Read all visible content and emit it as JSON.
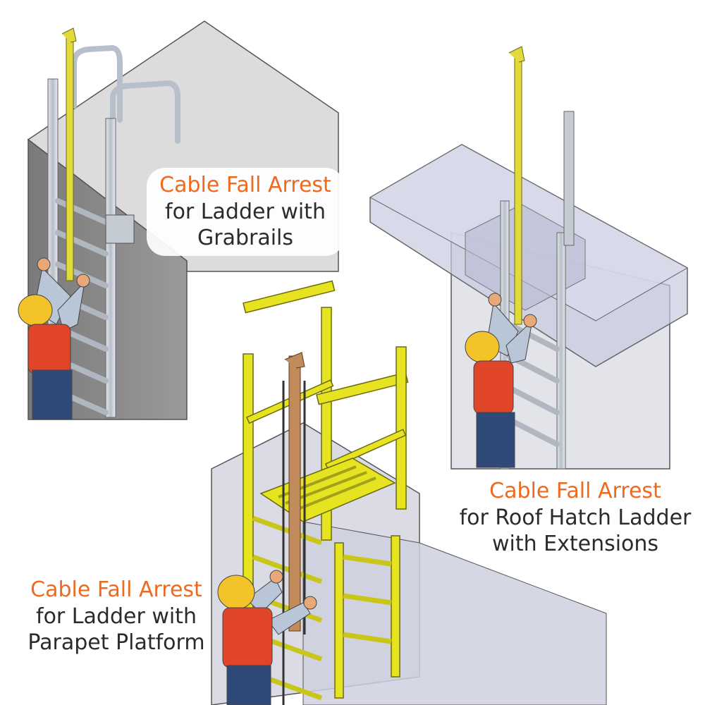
{
  "panels": [
    {
      "id": "grabrails",
      "title": "Cable Fall Arrest",
      "line1": "for Ladder with",
      "line2": "Grabrails"
    },
    {
      "id": "roof-hatch",
      "title": "Cable Fall Arrest",
      "line1": "for Roof Hatch Ladder",
      "line2": "with Extensions"
    },
    {
      "id": "parapet",
      "title": "Cable Fall Arrest",
      "line1": "for Ladder with",
      "line2": "Parapet Platform"
    }
  ],
  "colors": {
    "title_orange": "#ee6a1f",
    "text_dark": "#2b2b2b",
    "wall_gray": "#8c8c8c",
    "wall_light": "#dcdcdc",
    "ladder_steel": "#c9cfd8",
    "cable_yellow": "#e2d93a",
    "platform_yellow": "#e6e321",
    "translucent_roof": "#c7c9e0",
    "worker_helmet": "#f3c32a",
    "worker_vest": "#e0452a",
    "worker_skin": "#e8a878",
    "worker_pants": "#2f4a78",
    "rail_brown": "#c28b5b"
  },
  "icons": [
    "fall-arrest-rail",
    "worker-figure",
    "grabrail",
    "roof-hatch",
    "parapet-platform"
  ]
}
